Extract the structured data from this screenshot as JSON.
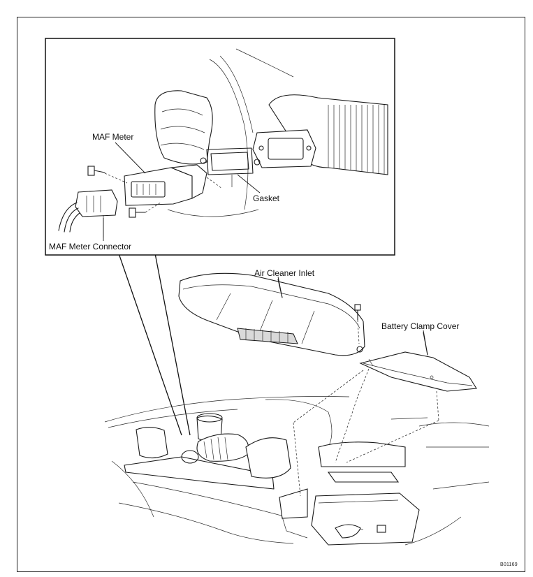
{
  "labels": {
    "maf_meter": "MAF Meter",
    "gasket": "Gasket",
    "maf_meter_connector": "MAF Meter Connector",
    "air_cleaner_inlet": "Air Cleaner Inlet",
    "battery_clamp_cover": "Battery Clamp Cover"
  },
  "figure_id": "B01169"
}
